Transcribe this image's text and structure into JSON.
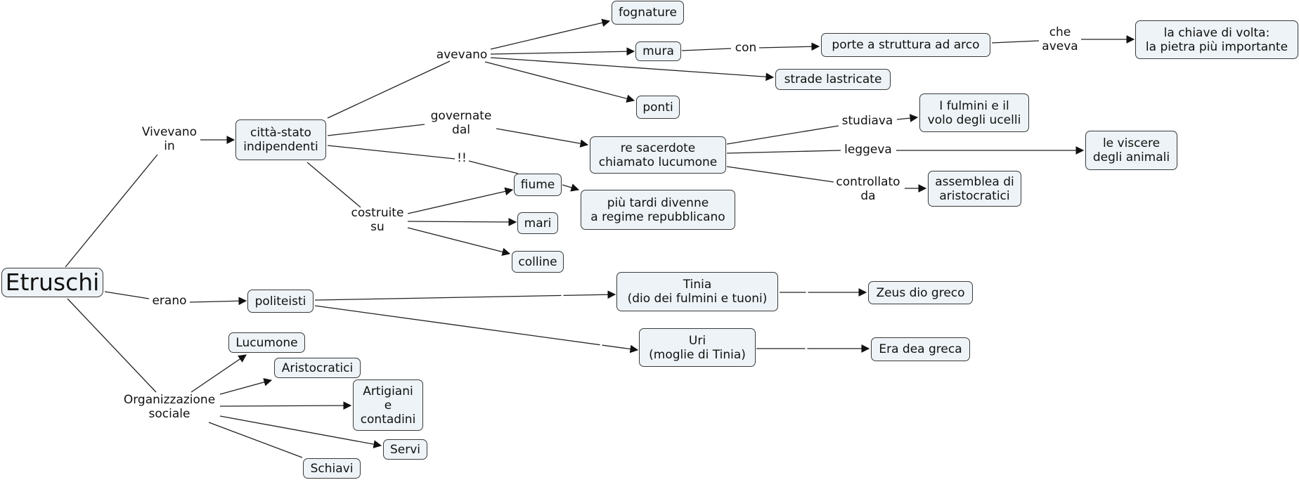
{
  "map": {
    "root": "Etruschi",
    "concepts": {
      "citta": "città-stato\nindipendenti",
      "fognature": "fognature",
      "mura": "mura",
      "porte": "porte a struttura ad arco",
      "chiave": "la chiave di volta:\nla pietra più importante",
      "strade": "strade lastricate",
      "ponti": "ponti",
      "re": "re sacerdote\nchiamato lucumone",
      "fulmini": "I fulmini e il\nvolo degli ucelli",
      "viscere": "le viscere\ndegli animali",
      "assemblea": "assemblea di\naristocratici",
      "fiume": "fiume",
      "piu_tardi": "più tardi divenne\na regime repubblicano",
      "mari": "mari",
      "colline": "colline",
      "politeisti": "politeisti",
      "tinia": "Tinia\n(dio dei fulmini e tuoni)",
      "zeus": "Zeus dio greco",
      "uri": "Uri\n(moglie di Tinia)",
      "era": "Era dea greca",
      "lucumone": "Lucumone",
      "aristocratici": "Aristocratici",
      "artigiani": "Artigiani\ne\ncontadini",
      "servi": "Servi",
      "schiavi": "Schiavi"
    },
    "links": {
      "vivevano_in": "Vivevano\nin",
      "avevano": "avevano",
      "con": "con",
      "che_aveva": "che\naveva",
      "governate_dal": "governate\ndal",
      "studiava": "studiava",
      "leggeva": "leggeva",
      "controllato_da": "controllato\nda",
      "esclamativo": "!!",
      "costruite_su": "costruite\nsu",
      "erano": "erano",
      "organizzazione_sociale": "Organizzazione\nsociale"
    }
  },
  "colors": {
    "node_fill": "#edf3f6",
    "node_border": "#3a3a3a",
    "edge": "#222222"
  }
}
